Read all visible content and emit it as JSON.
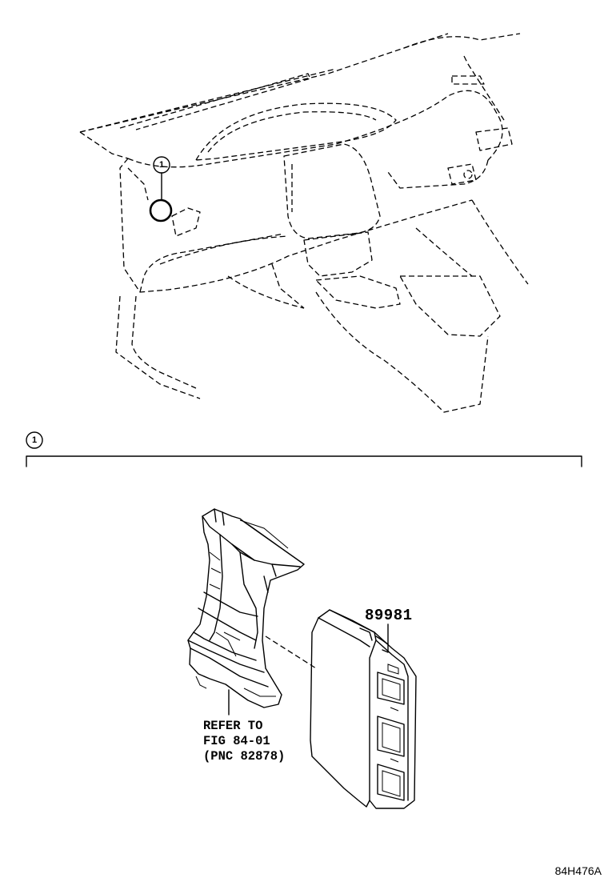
{
  "callouts": {
    "top_marker": "1",
    "section_marker": "1"
  },
  "parts": {
    "ecu_part_number": "89981"
  },
  "reference_note": {
    "line1": "REFER TO",
    "line2": "FIG 84-01",
    "line3": "(PNC 82878)"
  },
  "illustration_id": "84H476A"
}
